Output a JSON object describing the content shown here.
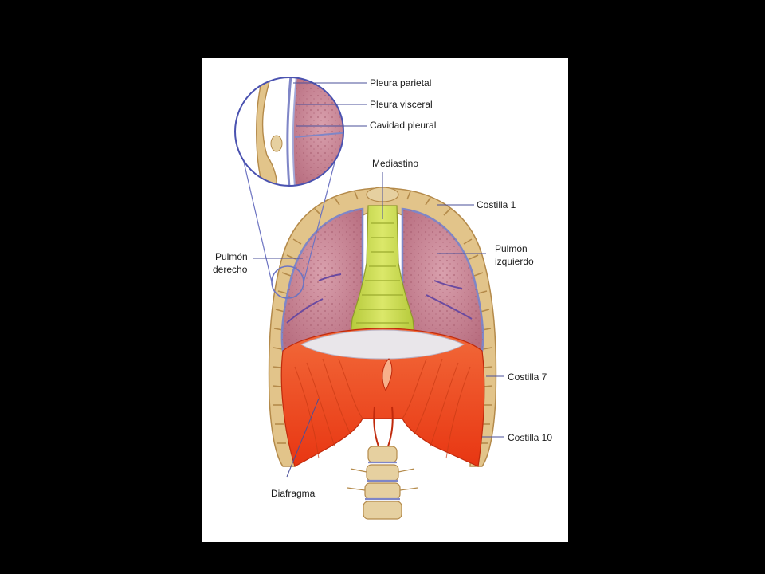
{
  "labels": {
    "pleura_parietal": "Pleura parietal",
    "pleura_visceral": "Pleura visceral",
    "cavidad_pleural": "Cavidad pleural",
    "mediastino": "Mediastino",
    "costilla_1": "Costilla 1",
    "pulmon_izquierdo_1": "Pulmón",
    "pulmon_izquierdo_2": "izquierdo",
    "pulmon_derecho_1": "Pulmón",
    "pulmon_derecho_2": "derecho",
    "costilla_7": "Costilla 7",
    "costilla_10": "Costilla 10",
    "diafragma": "Diafragma"
  },
  "colors": {
    "background": "#000000",
    "panel": "#ffffff",
    "lung": "#c98596",
    "lung_dark": "#a85c6f",
    "pleura": "#7f86c7",
    "rib": "#e2c48a",
    "rib_shadow": "#b48a4a",
    "mediastinum": "#c8d94a",
    "diaphragm": "#f0461e",
    "diaphragm_light": "#f7a07a",
    "spine": "#e6d0a0",
    "leader": "#4a4f9a"
  }
}
